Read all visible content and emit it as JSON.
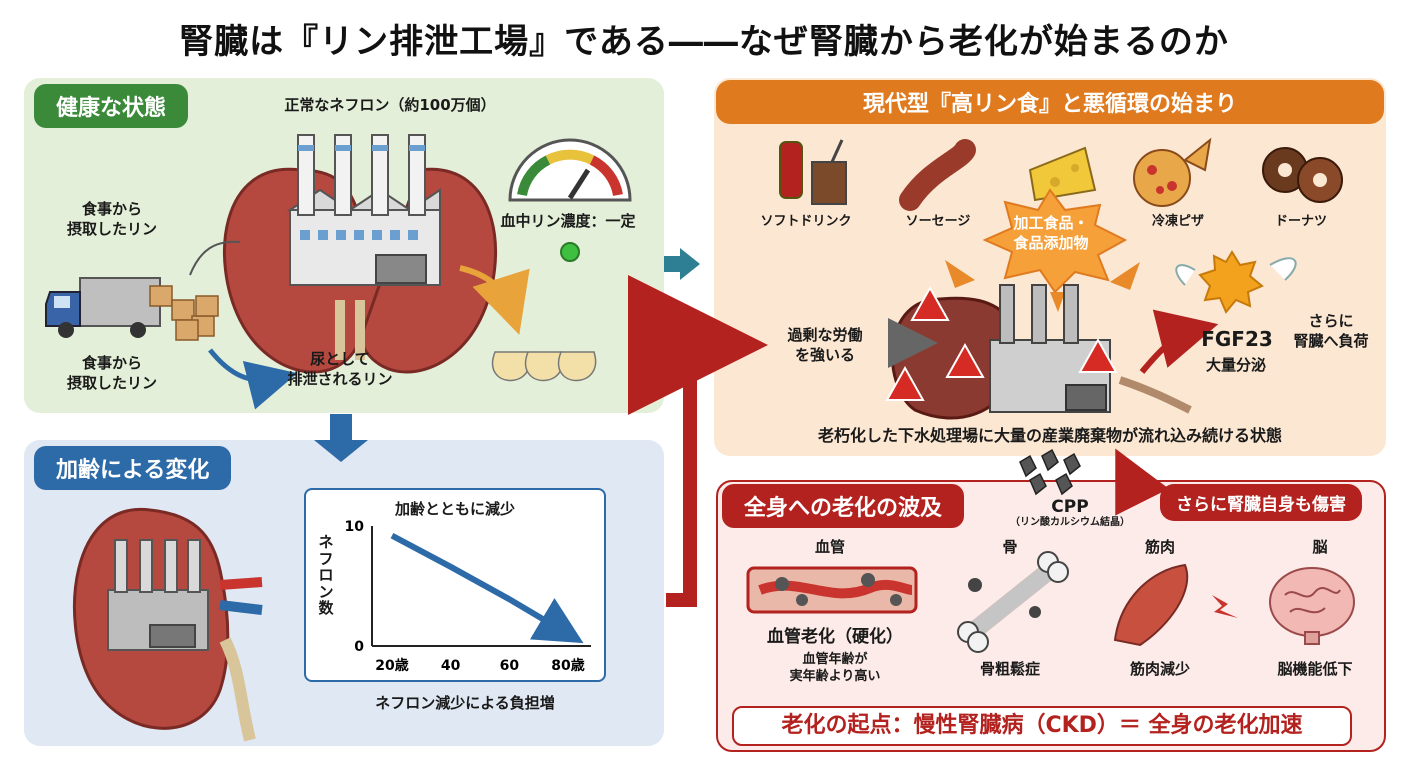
{
  "title": "腎臓は『リン排泄工場』である――なぜ腎臓から老化が始まるのか",
  "healthy": {
    "header": "健康な状態",
    "nephron_label": "正常なネフロン（約100万個）",
    "intake_label_top": "食事から\n摂取したリン",
    "intake_label_bottom": "食事から\n摂取したリン",
    "excretion_label": "尿として\n排泄されるリン",
    "phosphate_label": "血中リン濃度：一定"
  },
  "aging": {
    "header": "加齢による変化",
    "chart_title": "加齢とともに減少",
    "caption": "ネフロン減少による負担増"
  },
  "chart_data": {
    "type": "line",
    "title": "加齢とともに減少",
    "ylabel": "ネフロン数",
    "xlabel": "",
    "x": [
      "20歳",
      "40",
      "60",
      "80歳"
    ],
    "y_ticks": [
      "10",
      "0"
    ],
    "ylim": [
      0,
      10
    ],
    "series": [
      {
        "values": [
          9.2,
          6.6,
          3.9,
          1.0
        ]
      }
    ]
  },
  "modern": {
    "header": "現代型『高リン食』と悪循環の始まり",
    "foods": [
      "ソフトドリンク",
      "ソーセージ",
      "冷凍ピザ",
      "ドーナツ"
    ],
    "processed_label": "加工食品・\n食品添加物",
    "overwork_label": "過剰な労働\nを強いる",
    "fgf_name": "FGF23",
    "fgf_sub": "大量分泌",
    "burden_label": "さらに\n腎臓へ負荷",
    "footer": "老朽化した下水処理場に大量の産業廃棄物が流れ込み続ける状態"
  },
  "spread": {
    "header": "全身への老化の波及",
    "damage_label": "さらに腎臓自身も傷害",
    "cpp_label": "CPP",
    "cpp_sub": "（リン酸カルシウム結晶）",
    "organs": [
      {
        "name": "血管",
        "effect": "血管老化（硬化）",
        "note": "血管年齢が\n実年齢より高い"
      },
      {
        "name": "骨",
        "effect": "骨粗鬆症",
        "note": ""
      },
      {
        "name": "筋肉",
        "effect": "筋肉減少",
        "note": ""
      },
      {
        "name": "脳",
        "effect": "脳機能低下",
        "note": ""
      }
    ],
    "banner": "老化の起点：慢性腎臓病（CKD）＝ 全身の老化加速"
  },
  "colors": {
    "green": "#3a8a3a",
    "blue": "#2d6aa8",
    "orange": "#e07a1f",
    "red": "#b3221e",
    "kidney": "#b5483f"
  }
}
